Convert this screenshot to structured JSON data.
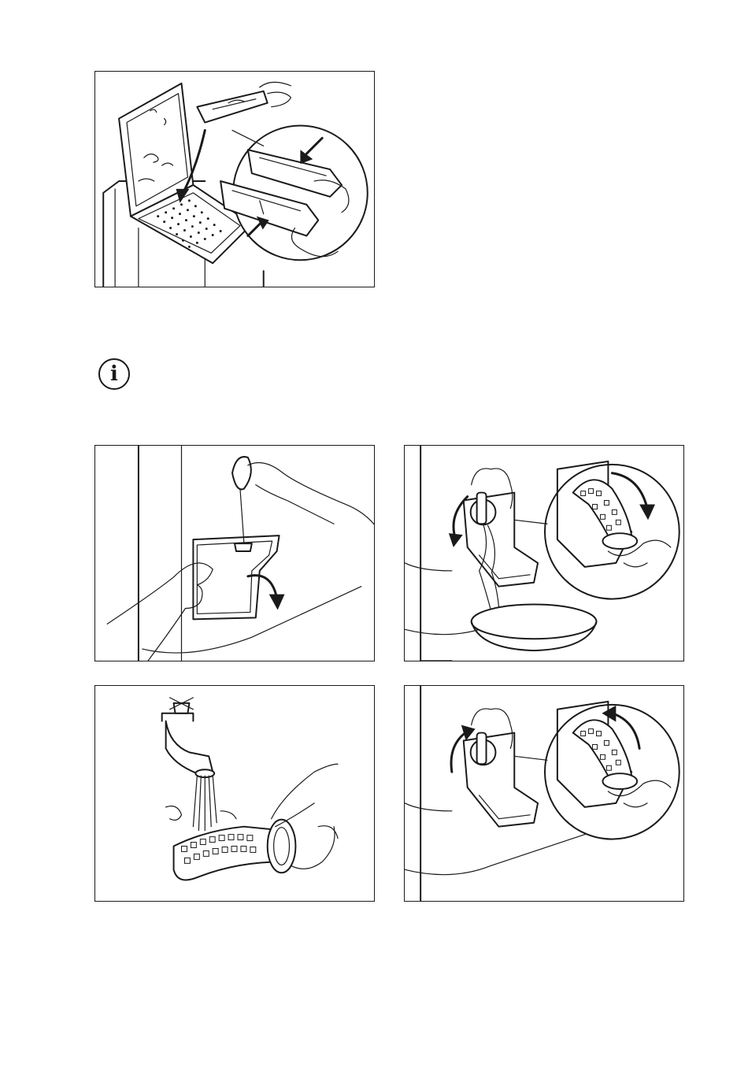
{
  "page": {
    "background": "#ffffff",
    "ink_color": "#1a1a1a"
  },
  "info_icon": {
    "glyph": "i",
    "icon": "info-icon"
  },
  "figures": [
    {
      "id": "fig-remove-coin-trap",
      "icon": "coin-trap-removal-illustration"
    },
    {
      "id": "fig-open-filter-flap",
      "icon": "open-flap-illustration"
    },
    {
      "id": "fig-unscrew-drain-filter",
      "icon": "unscrew-filter-illustration"
    },
    {
      "id": "fig-rinse-filter",
      "icon": "rinse-filter-illustration"
    },
    {
      "id": "fig-refit-drain-filter",
      "icon": "refit-filter-illustration"
    }
  ]
}
